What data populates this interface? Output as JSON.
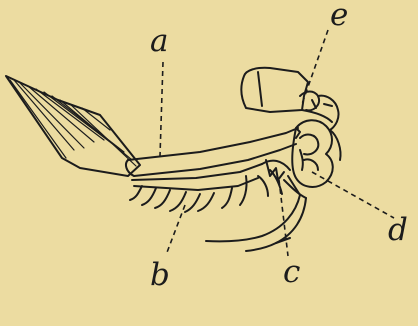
{
  "figure": {
    "background": "#ecdca1",
    "ink": "#1c1c1c",
    "labels": {
      "a": "a",
      "b": "b",
      "c": "c",
      "d": "d",
      "e": "e"
    }
  }
}
